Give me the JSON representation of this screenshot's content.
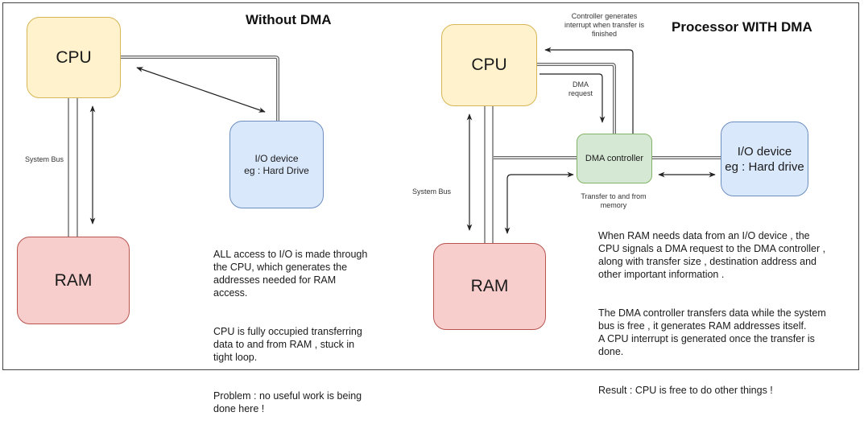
{
  "left_panel": {
    "title": "Without DMA",
    "cpu_label": "CPU",
    "ram_label": "RAM",
    "io_label": "I/O device\neg : Hard Drive",
    "bus_label": "System Bus",
    "notes": [
      "ALL access to I/O is made through\nthe CPU, which generates the\naddresses needed for RAM\naccess.",
      "CPU is fully occupied transferring\ndata to and from RAM , stuck in\ntight loop.",
      "Problem : no useful work is being\ndone here !"
    ]
  },
  "right_panel": {
    "title": "Processor WITH DMA",
    "cpu_label": "CPU",
    "ram_label": "RAM",
    "dma_label": "DMA controller",
    "io_label": "I/O device\neg : Hard drive",
    "bus_label": "System Bus",
    "interrupt_label": "Controller generates\ninterrupt when transfer is\nfinished",
    "dma_request_label": "DMA\nrequest",
    "transfer_label": "Transfer to and from\nmemory",
    "notes": [
      "When RAM needs data from an I/O device , the\nCPU signals a DMA request to the DMA controller ,\nalong with transfer size , destination address and\nother important information .",
      "The DMA controller transfers data while the system\nbus is free , it generates RAM addresses itself.\nA CPU interrupt is generated once the transfer is\ndone.",
      "Result : CPU is free to do other things !"
    ]
  },
  "colors": {
    "cpu_fill": "#fff2cc",
    "ram_fill": "#f8cecc",
    "io_fill": "#dae8fc",
    "dma_fill": "#d5e8d4",
    "line": "#333333"
  }
}
